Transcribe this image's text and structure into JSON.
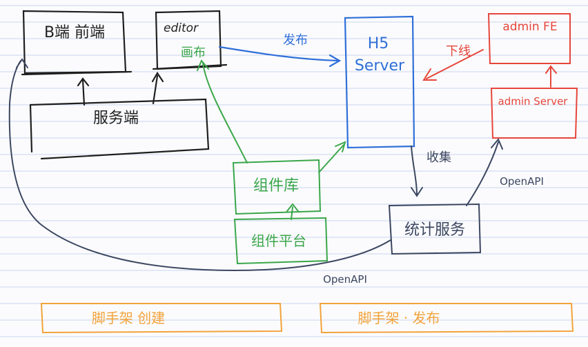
{
  "colors": {
    "paper": "#fbfbfd",
    "rule": "#c9d6ee",
    "ink_black": "#1f1f1f",
    "ink_blue": "#2f6fd8",
    "ink_green": "#3aa64a",
    "ink_red": "#e6453a",
    "ink_orange": "#f2a33a",
    "ink_navy": "#3b4660"
  },
  "boxes": {
    "b_frontend": "B端 前端",
    "editor_line1": "editor",
    "editor_line2": "画布",
    "service": "服务端",
    "h5_line1": "H5",
    "h5_line2": "Server",
    "component_lib": "组件库",
    "component_platform": "组件平台",
    "stats_service": "统计服务",
    "admin_fe": "admin FE",
    "admin_server": "admin Server",
    "scaffold_create": "脚手架 创建",
    "scaffold_publish": "脚手架 · 发布"
  },
  "labels": {
    "publish": "发布",
    "offline": "下线",
    "collect": "收集",
    "openapi_right": "OpenAPI",
    "openapi_bottom": "OpenAPI"
  }
}
